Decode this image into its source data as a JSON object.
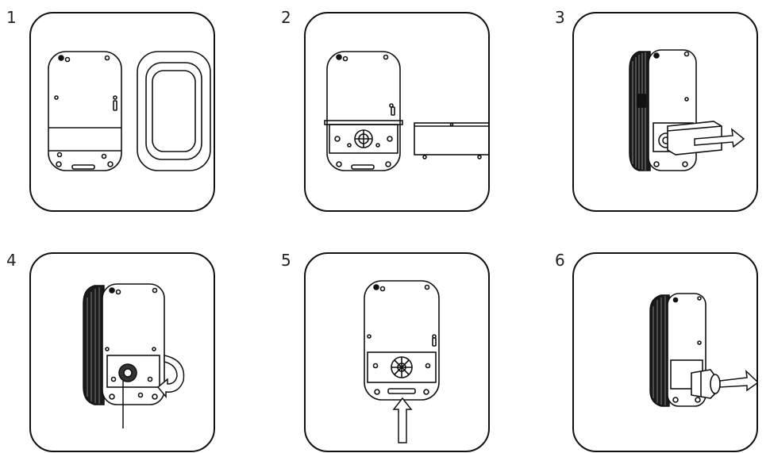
{
  "steps": [
    {
      "number": "1",
      "illustration": "charger-back-plate-and-front-cover"
    },
    {
      "number": "2",
      "illustration": "charger-and-terminal-cover-removed"
    },
    {
      "number": "3",
      "illustration": "slide-cover-out-arrow"
    },
    {
      "number": "4",
      "illustration": "rotate-gland-arrow"
    },
    {
      "number": "5",
      "illustration": "insert-cable-up-arrow"
    },
    {
      "number": "6",
      "illustration": "pull-plug-out-arrow"
    }
  ],
  "colors": {
    "line": "#111111",
    "fill": "#ffffff",
    "dark": "#1a1a1a"
  }
}
